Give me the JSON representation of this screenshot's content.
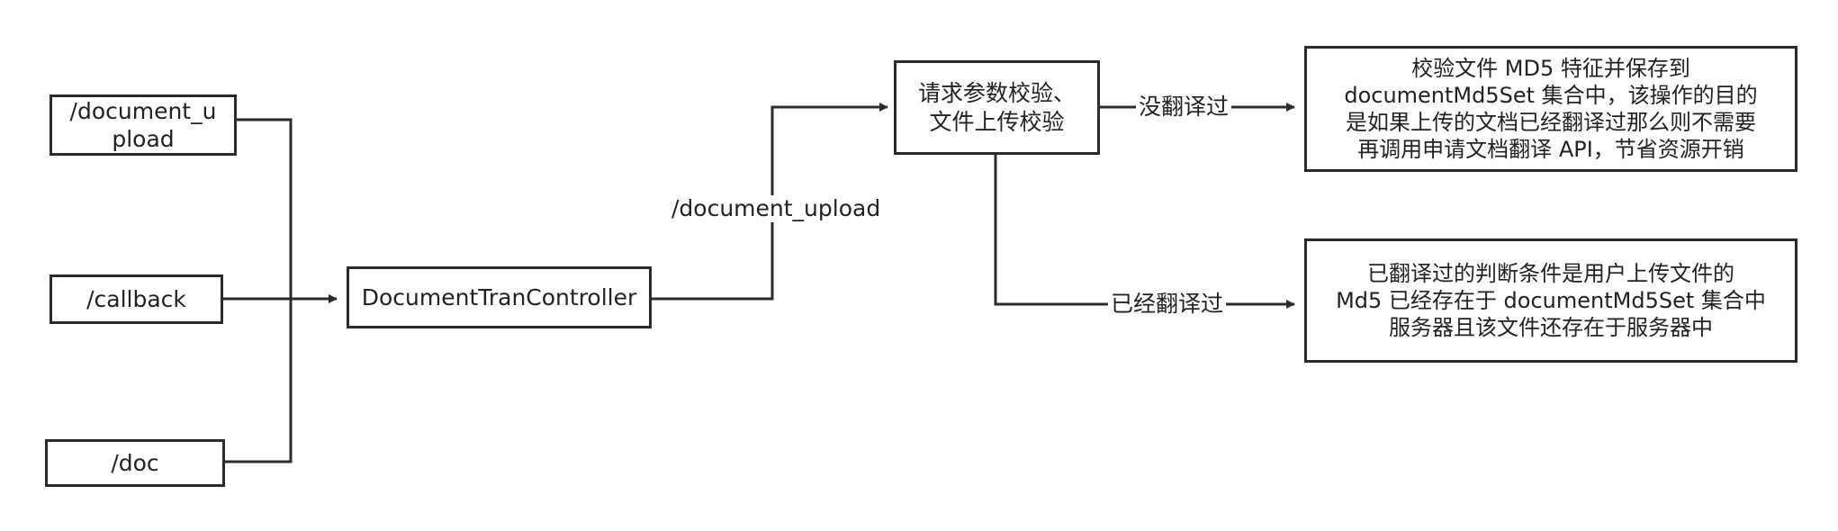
{
  "nodes": {
    "upload_endpoint": {
      "line1": "/document_u",
      "line2": "pload"
    },
    "callback_endpoint": {
      "label": "/callback"
    },
    "doc_endpoint": {
      "label": "/doc"
    },
    "controller": {
      "label": "DocumentTranController"
    },
    "validation": {
      "line1": "请求参数校验、",
      "line2": "文件上传校验"
    },
    "not_translated_result": {
      "line1": "校验文件 MD5 特征并保存到",
      "line2": "documentMd5Set 集合中，该操作的目的",
      "line3": "是如果上传的文档已经翻译过那么则不需要",
      "line4": "再调用申请文档翻译 API，节省资源开销"
    },
    "translated_result": {
      "line1": "已翻译过的判断条件是用户上传文件的",
      "line2": "Md5 已经存在于 documentMd5Set 集合中",
      "line3": "服务器且该文件还存在于服务器中"
    }
  },
  "edge_labels": {
    "controller_to_validation": "/document_upload",
    "not_translated": "没翻译过",
    "already_translated": "已经翻译过"
  },
  "colors": {
    "stroke": "#2b2b2b",
    "background": "#ffffff",
    "text": "#222222"
  }
}
